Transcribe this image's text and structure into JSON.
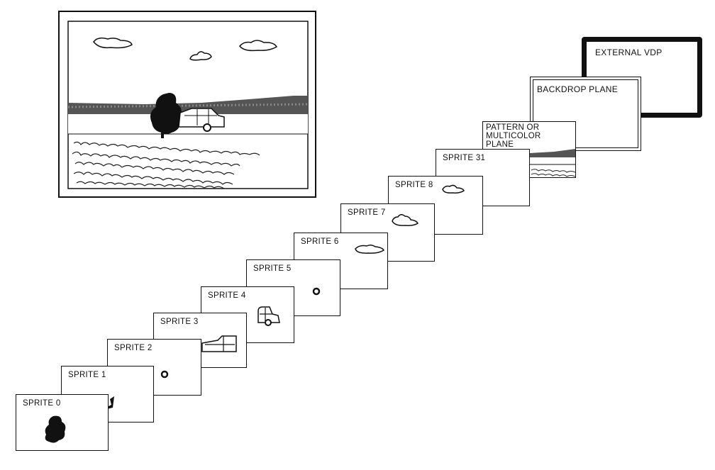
{
  "layers": {
    "external_vdp": "EXTERNAL VDP",
    "backdrop_plane": "BACKDROP PLANE",
    "pattern_plane": "PATTERN OR\nMULTICOLOR\nPLANE",
    "sprite_31": "SPRITE 31",
    "sprite_8": "SPRITE 8",
    "sprite_7": "SPRITE 7",
    "sprite_6": "SPRITE 6",
    "sprite_5": "SPRITE 5",
    "sprite_4": "SPRITE 4",
    "sprite_3": "SPRITE 3",
    "sprite_2": "SPRITE 2",
    "sprite_1": "SPRITE 1",
    "sprite_0": "SPRITE 0"
  },
  "icons": {
    "sprite_0": "tree-icon",
    "sprite_1": "tree-trunk-icon",
    "sprite_2": "wheel-icon",
    "sprite_3": "car-front-icon",
    "sprite_4": "car-rear-icon",
    "sprite_5": "wheel-icon",
    "sprite_6": "cloud-icon",
    "sprite_7": "cloud-icon",
    "sprite_8": "cloud-icon"
  }
}
